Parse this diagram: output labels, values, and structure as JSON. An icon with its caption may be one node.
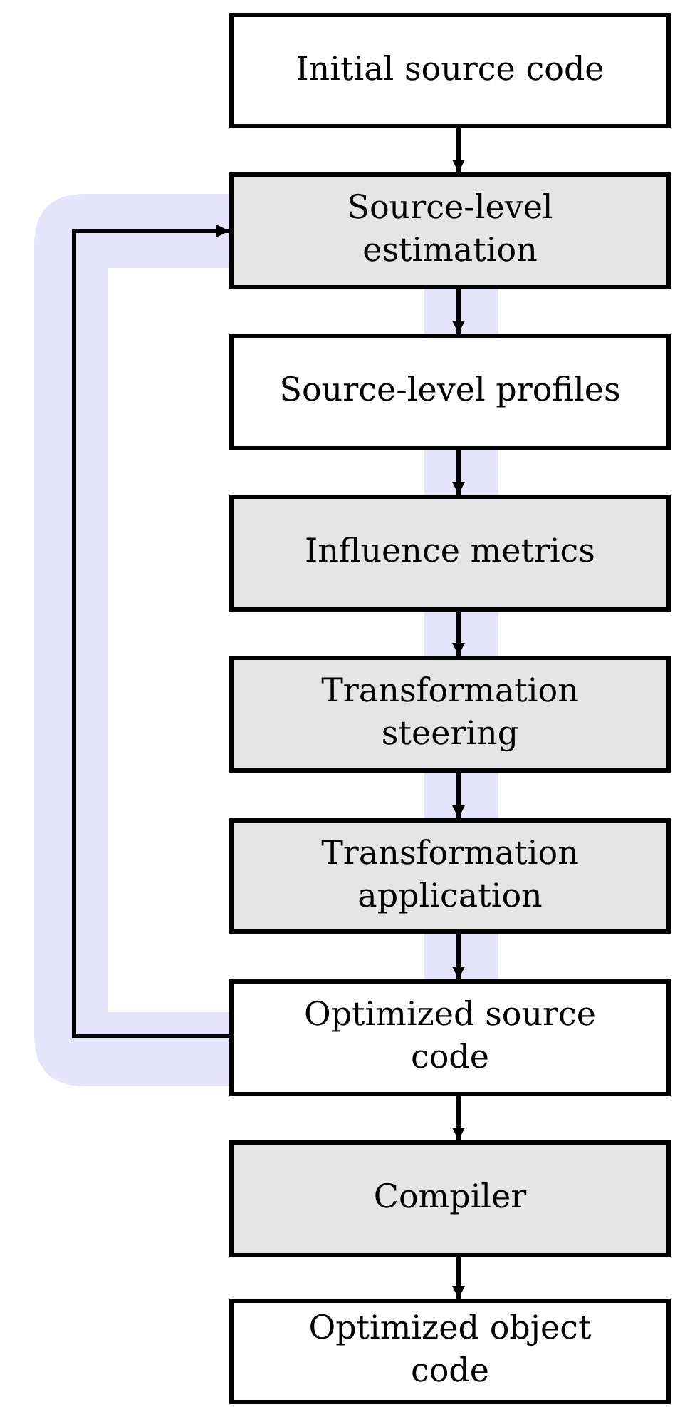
{
  "diagram": {
    "nodes": [
      {
        "text": [
          "Initial source code"
        ]
      },
      {
        "text": [
          "Source-level estimation"
        ]
      },
      {
        "text": [
          "Source-level profiles"
        ]
      },
      {
        "text": [
          "Influence metrics"
        ]
      },
      {
        "text": [
          "Transformation steering"
        ]
      },
      {
        "text": [
          "Transformation application"
        ]
      },
      {
        "text": [
          "Optimized source code"
        ]
      },
      {
        "text": [
          "Compiler"
        ]
      },
      {
        "text": [
          "Optimized object code"
        ]
      }
    ],
    "edges": [
      {
        "from": 0,
        "to": 1,
        "arrow": "to"
      },
      {
        "from": 1,
        "to": 2,
        "arrow": "to"
      },
      {
        "from": 2,
        "to": 3,
        "arrow": "to"
      },
      {
        "from": 3,
        "to": 4,
        "arrow": "to"
      },
      {
        "from": 4,
        "to": 5,
        "arrow": "to"
      },
      {
        "from": 5,
        "to": 6,
        "arrow": "to"
      },
      {
        "from": 6,
        "to": 7,
        "arrow": "to"
      },
      {
        "from": 7,
        "to": 8,
        "arrow": "to"
      },
      {
        "from": 6,
        "to": 1,
        "arrow": "to"
      }
    ]
  }
}
